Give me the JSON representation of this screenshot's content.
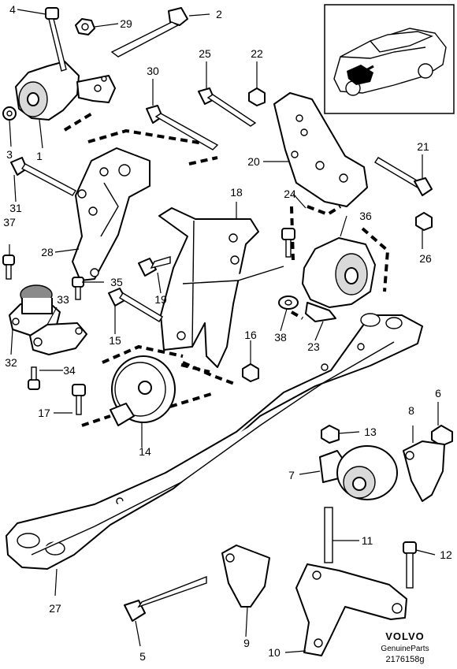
{
  "callouts": [
    "1",
    "2",
    "3",
    "4",
    "5",
    "6",
    "7",
    "8",
    "9",
    "10",
    "11",
    "12",
    "13",
    "14",
    "15",
    "16",
    "17",
    "18",
    "19",
    "20",
    "21",
    "22",
    "23",
    "24",
    "25",
    "26",
    "27",
    "28",
    "29",
    "30",
    "31",
    "32",
    "33",
    "34",
    "35",
    "36",
    "37",
    "38"
  ],
  "brand": {
    "name": "VOLVO",
    "tagline": "GenuineParts",
    "drawing_code": "2176158g"
  }
}
